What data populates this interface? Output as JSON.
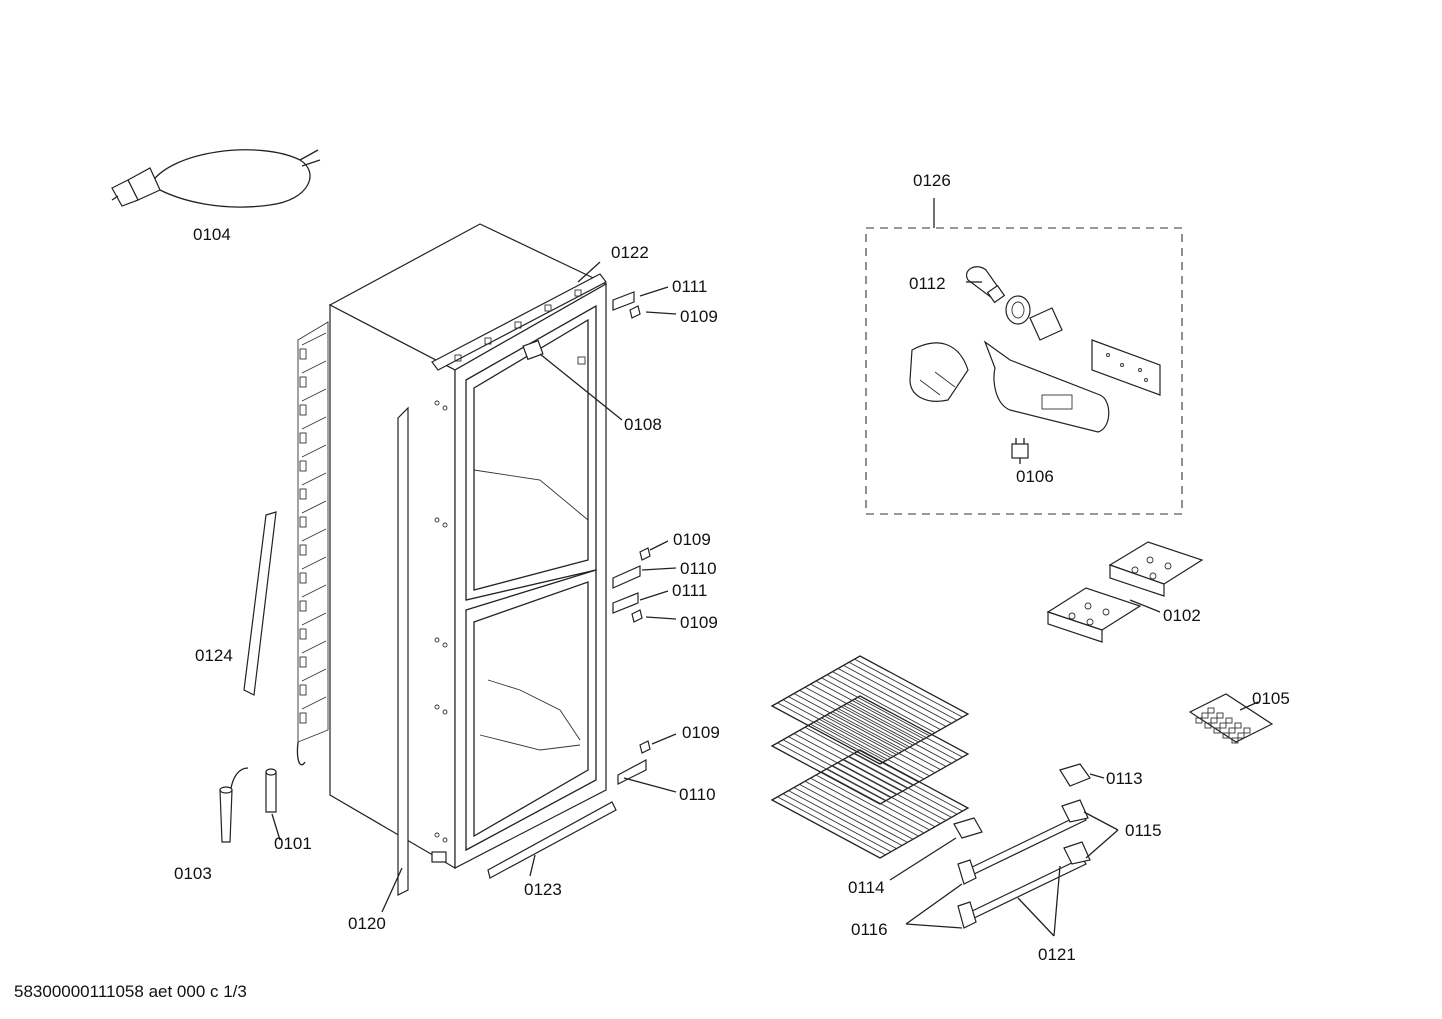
{
  "labels": {
    "p0104": "0104",
    "p0122": "0122",
    "p0111a": "0111",
    "p0109a": "0109",
    "p0108": "0108",
    "p0109b": "0109",
    "p0110a": "0110",
    "p0111b": "0111",
    "p0109c": "0109",
    "p0124": "0124",
    "p0109d": "0109",
    "p0110b": "0110",
    "p0101": "0101",
    "p0103": "0103",
    "p0120": "0120",
    "p0123": "0123",
    "p0126": "0126",
    "p0112": "0112",
    "p0106": "0106",
    "p0102": "0102",
    "p0105": "0105",
    "p0113": "0113",
    "p0115": "0115",
    "p0114": "0114",
    "p0116": "0116",
    "p0121": "0121"
  },
  "footer": "58300000111058 aet 000 c 1/3"
}
